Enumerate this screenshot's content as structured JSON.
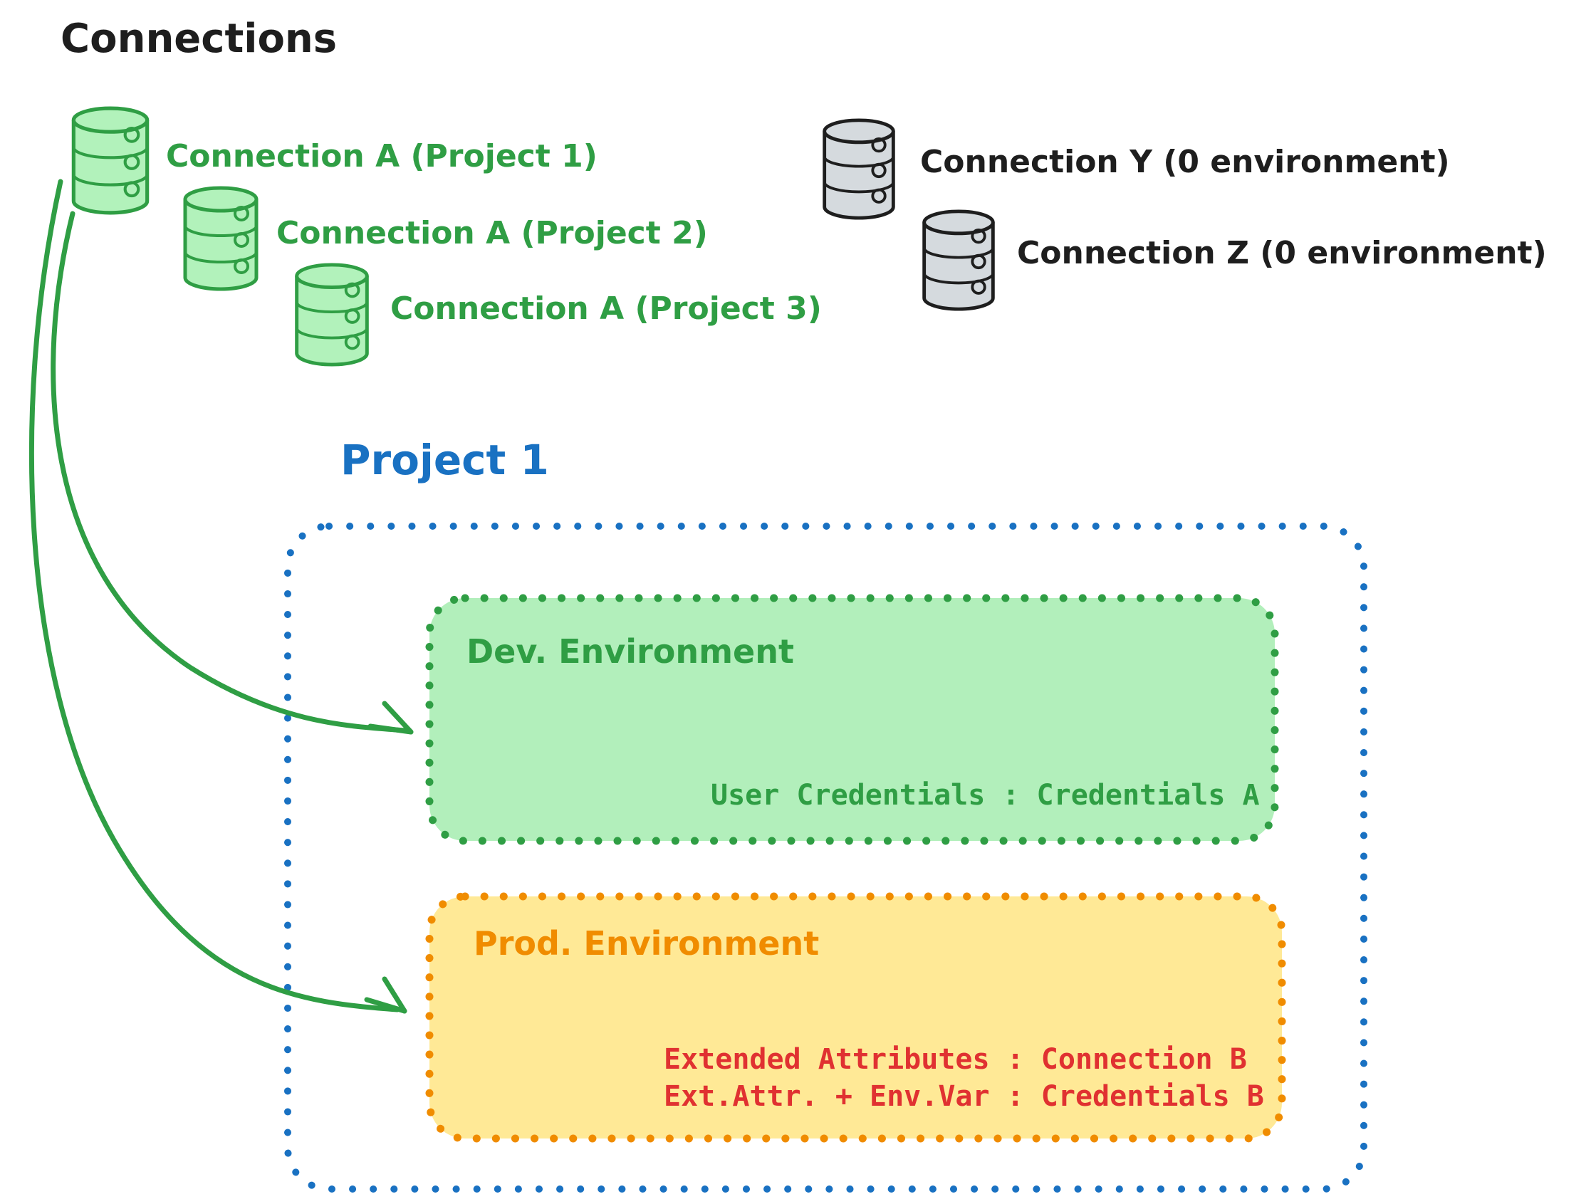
{
  "title": "Connections",
  "connections_green": [
    {
      "icon": "database-icon",
      "label": "Connection A (Project 1)"
    },
    {
      "icon": "database-icon",
      "label": "Connection A (Project 2)"
    },
    {
      "icon": "database-icon",
      "label": "Connection A (Project 3)"
    }
  ],
  "connections_gray": [
    {
      "icon": "database-icon",
      "label": "Connection Y (0 environment)"
    },
    {
      "icon": "database-icon",
      "label": "Connection Z (0 environment)"
    }
  ],
  "project": {
    "title": "Project 1",
    "dev_environment": {
      "title": "Dev. Environment",
      "credentials_line": "User Credentials : Credentials A"
    },
    "prod_environment": {
      "title": "Prod. Environment",
      "mapping_line_1": "Extended Attributes : Connection B",
      "mapping_line_2": "Ext.Attr. + Env.Var : Credentials B"
    }
  },
  "colors": {
    "green_stroke": "#2f9e44",
    "green_fill": "#b2efbb",
    "blue": "#1971c2",
    "orange_stroke": "#f08c00",
    "yellow_fill": "#ffe996",
    "red": "#e03131",
    "black": "#1e1e1e",
    "gray_fill": "#d5dade"
  }
}
